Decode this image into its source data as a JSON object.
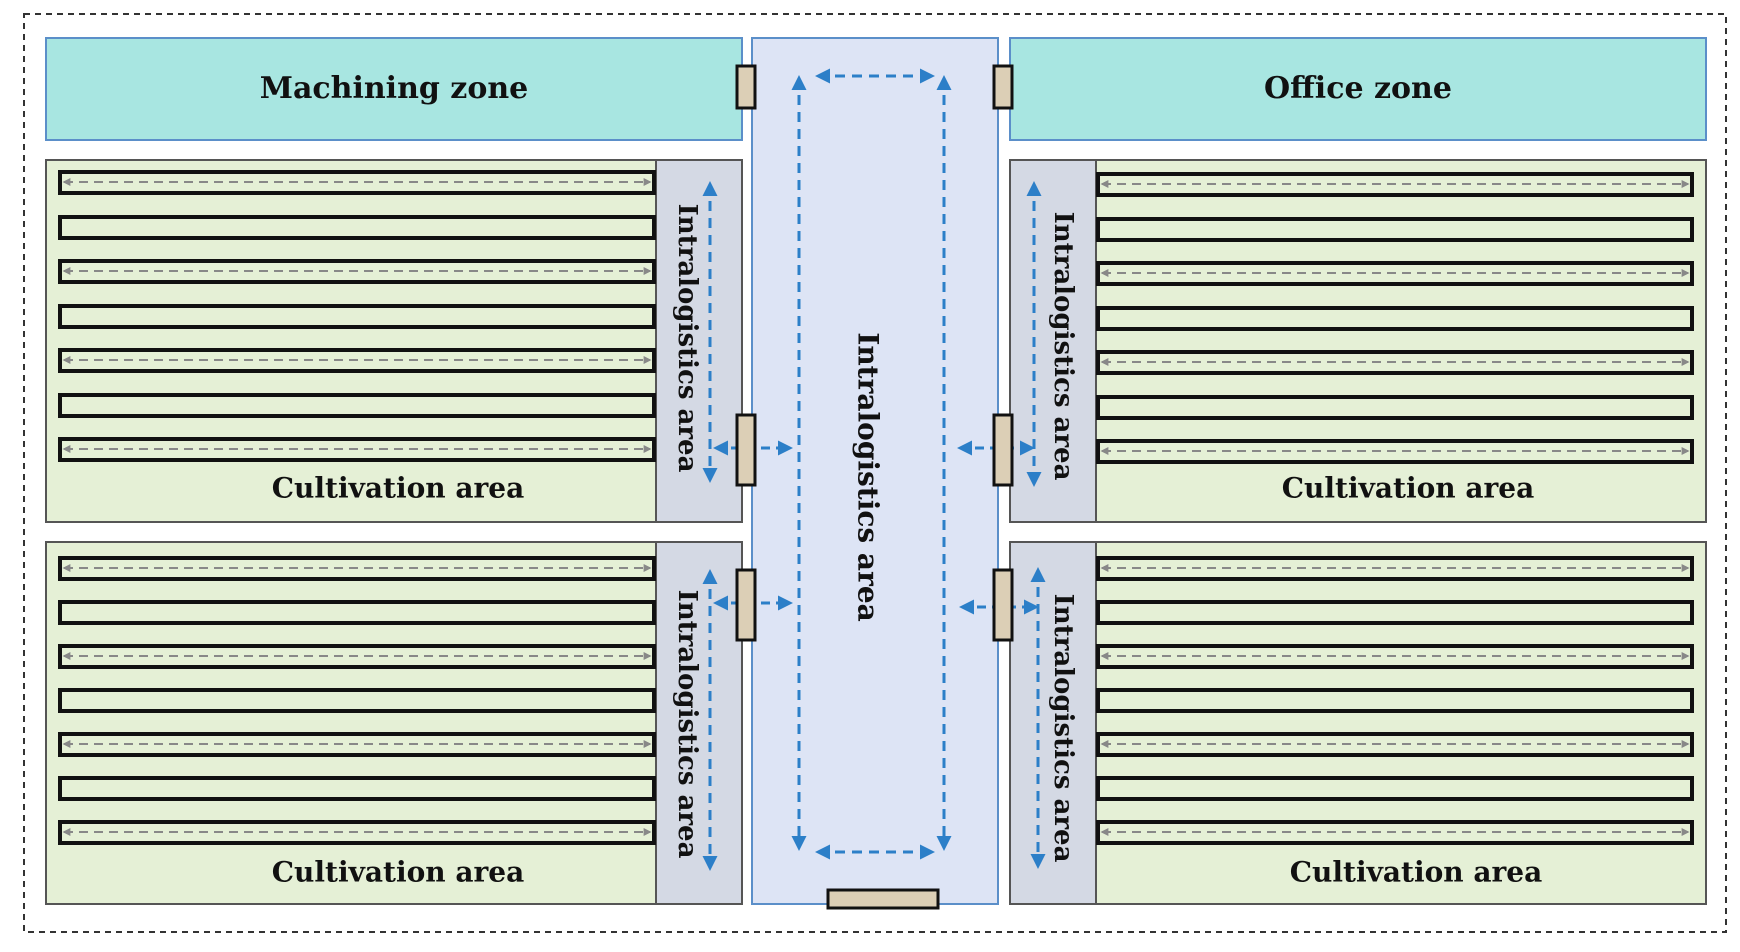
{
  "zones": {
    "machining": "Machining zone",
    "office": "Office zone"
  },
  "areas": {
    "cultivation": "Cultivation area",
    "intralogistics": "Intralogistics area"
  },
  "colors": {
    "zone_fill": "#a8e6e1",
    "zone_stroke": "#5b8fc9",
    "cultivation_fill": "#e5f0d6",
    "side_logistics_fill": "#d4d9e4",
    "central_logistics_fill": "#dde4f5",
    "door_fill": "#dccfb6",
    "flow_arrow": "#2c7fc8",
    "bench_arrow": "#888888"
  }
}
